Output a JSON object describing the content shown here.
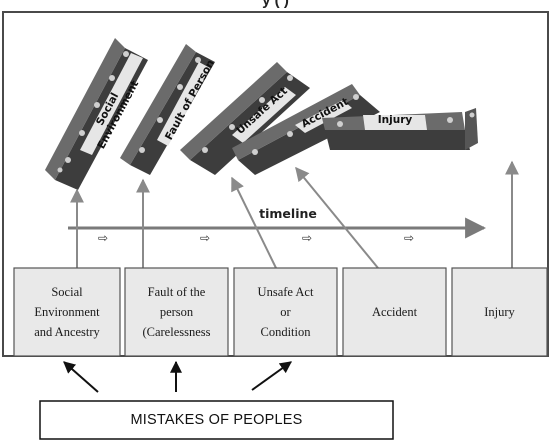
{
  "title_fragment": "y                                          (   )",
  "dominoes": [
    {
      "label": "Social Environment"
    },
    {
      "label": "Fault of Person"
    },
    {
      "label": "Unsafe Act"
    },
    {
      "label": "Accident"
    },
    {
      "label": "Injury"
    }
  ],
  "timeline_label": "timeline",
  "next_glyph": "⇨",
  "boxes": [
    {
      "label": "Social\nEnvironment\nand Ancestry"
    },
    {
      "label": "Fault of the\nperson\n(Carelessness"
    },
    {
      "label": "Unsafe Act\nor\nCondition"
    },
    {
      "label": "Accident"
    },
    {
      "label": "Injury"
    }
  ],
  "mistakes_label": "MISTAKES OF PEOPLES"
}
